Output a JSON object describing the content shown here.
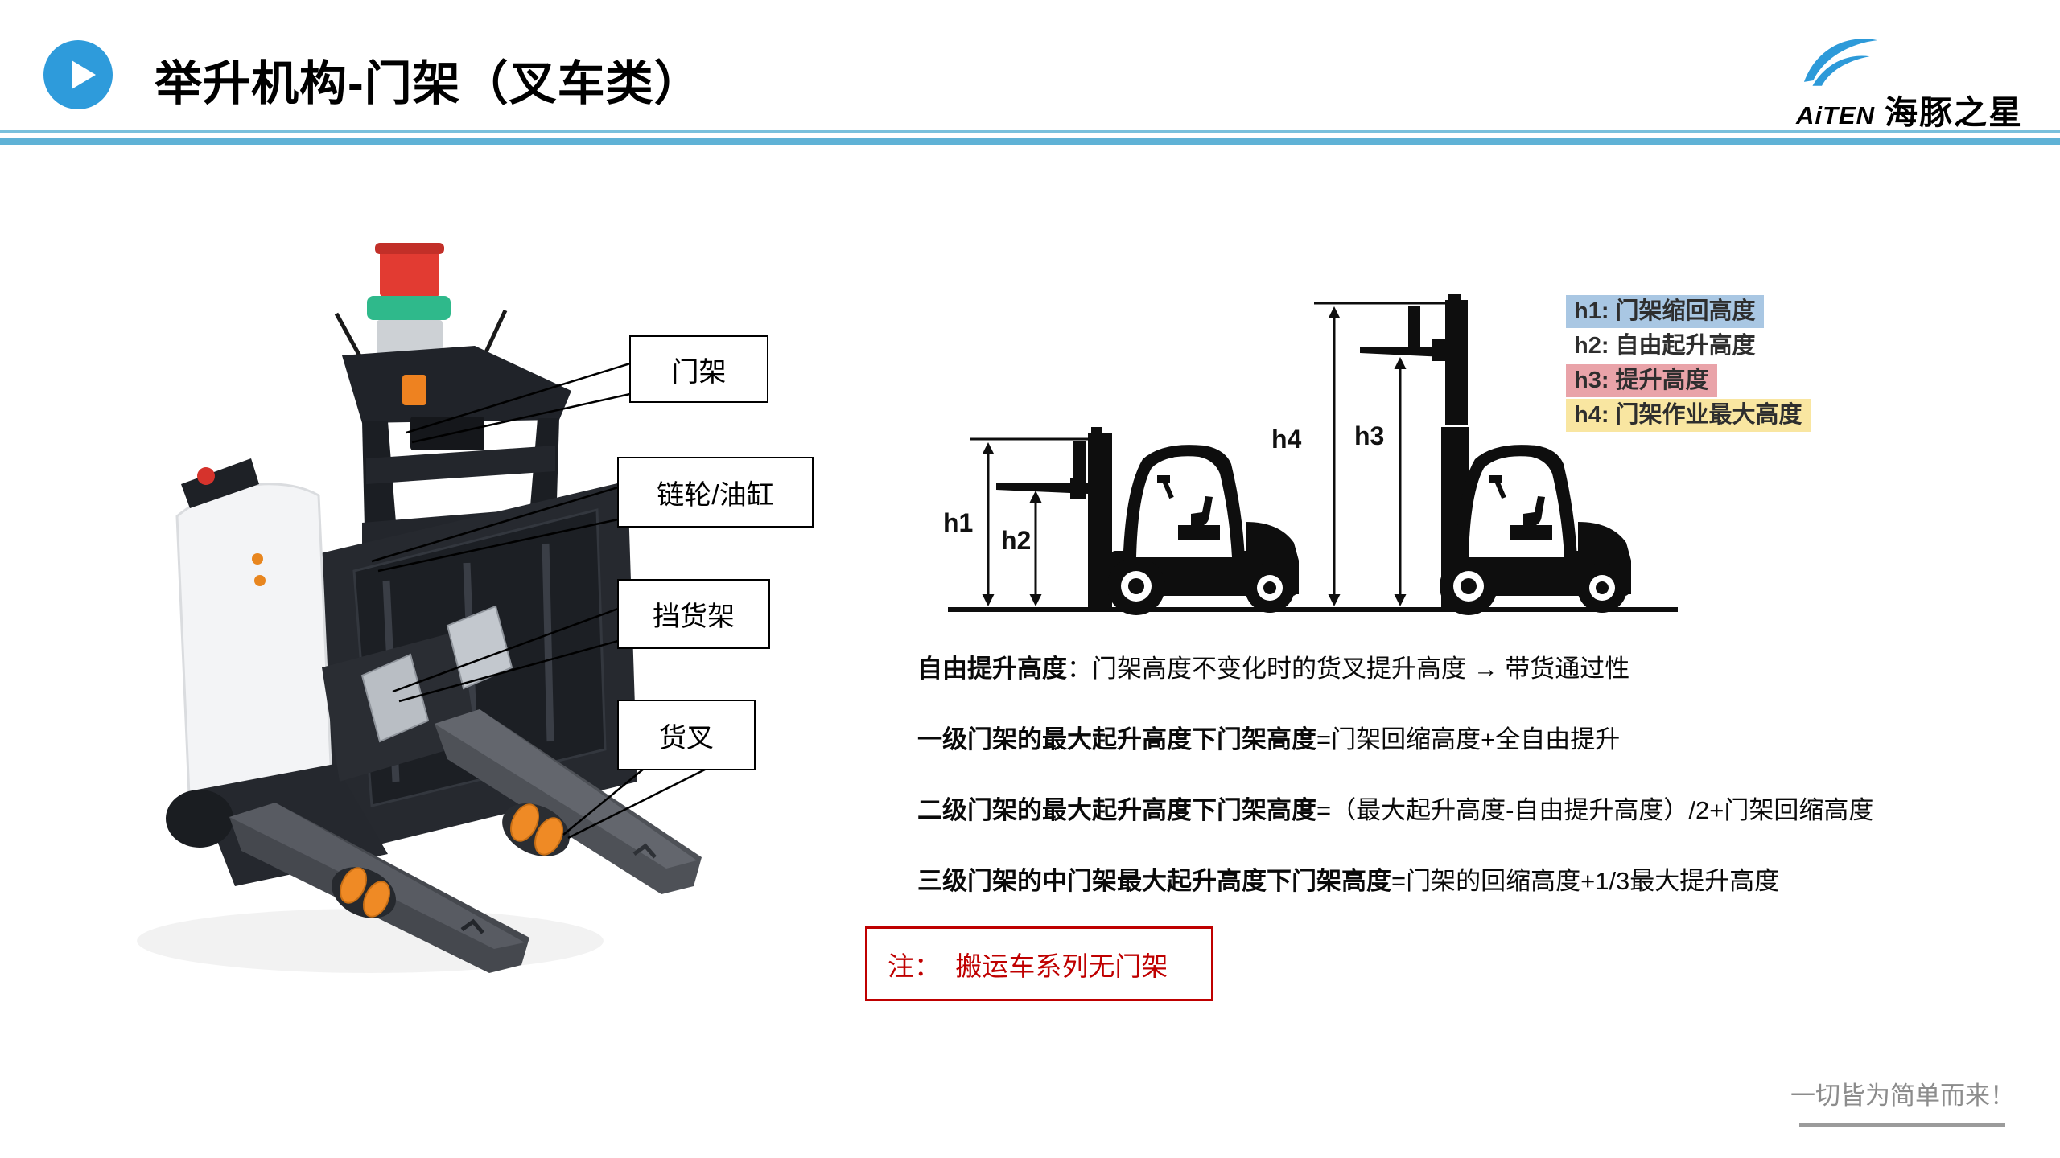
{
  "header": {
    "title": "举升机构-门架（叉车类）",
    "logo": {
      "brand_en": "AiTEN",
      "brand_cn": "海豚之星"
    }
  },
  "photo_callouts": [
    {
      "label": "门架"
    },
    {
      "label": "链轮/油缸"
    },
    {
      "label": "挡货架"
    },
    {
      "label": "货叉"
    }
  ],
  "diagram": {
    "dims": {
      "h1": "h1",
      "h2": "h2",
      "h3": "h3",
      "h4": "h4"
    },
    "legend": [
      {
        "label": "h1: 门架缩回高度",
        "bg": "#A9C7E3"
      },
      {
        "label": "h2: 自由起升高度",
        "bg": "transparent"
      },
      {
        "label": "h3: 提升高度",
        "bg": "#E9A3A9"
      },
      {
        "label": "h4: 门架作业最大高度",
        "bg": "#F9E6A1"
      }
    ]
  },
  "notes": [
    {
      "bold": "自由提升高度",
      "rest": "：门架高度不变化时的货叉提升高度 → 带货通过性"
    },
    {
      "bold": "一级门架的最大起升高度下门架高度",
      "rest": "=门架回缩高度+全自由提升"
    },
    {
      "bold": "二级门架的最大起升高度下门架高度",
      "rest": "=（最大起升高度-自由提升高度）/2+门架回缩高度"
    },
    {
      "bold": "三级门架的中门架最大起升高度下门架高度",
      "rest": "=门架的回缩高度+1/3最大提升高度"
    }
  ],
  "note_box": {
    "text": "注：  搬运车系列无门架"
  },
  "footer": {
    "slogan": "一切皆为简单而来！"
  },
  "colors": {
    "accent_blue": "#2E9BDB",
    "rule_blue_thin": "#79C0DC",
    "rule_blue_thick": "#5FB2D6",
    "legend_blue": "#A9C7E3",
    "legend_pink": "#E9A3A9",
    "legend_yellow": "#F9E6A1",
    "note_red": "#BF0000",
    "footer_gray": "#8C8C8C",
    "roller_orange": "#EF8A25"
  }
}
